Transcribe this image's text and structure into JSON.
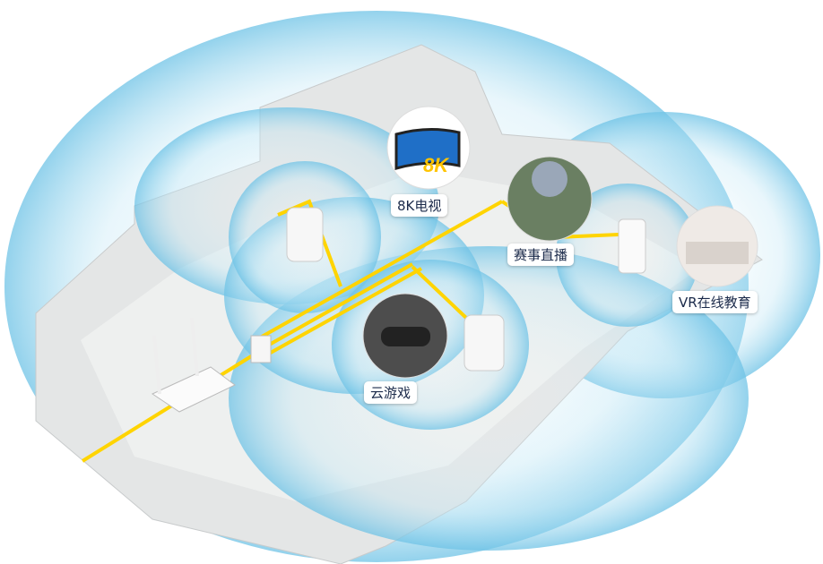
{
  "labels": {
    "tv": "8K电视",
    "tv_badge": "8K",
    "sports": "赛事直播",
    "vr": "VR在线教育",
    "gaming": "云游戏"
  },
  "colors": {
    "coverage": "#7ccbe9",
    "cable": "#ffd400",
    "floor": "#e4e6e6"
  }
}
